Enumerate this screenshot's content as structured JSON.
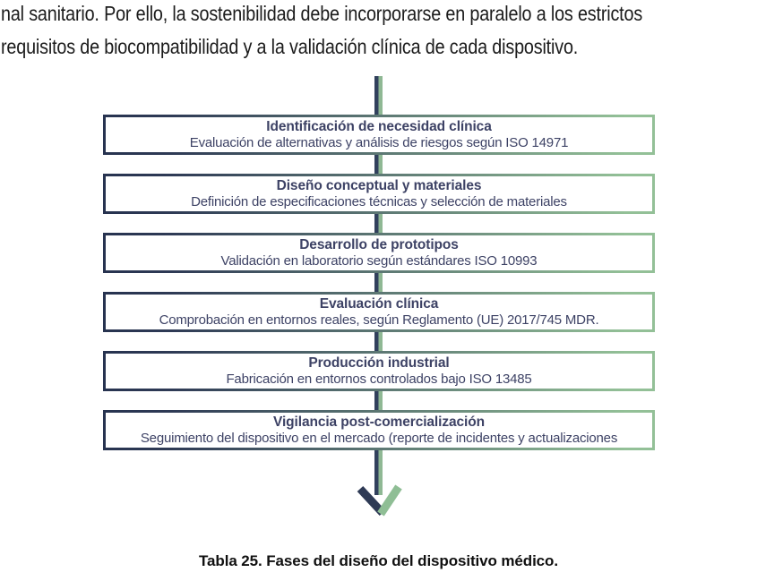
{
  "intro": {
    "line1": "nal sanitario. Por ello, la sostenibilidad debe incorporarse en paralelo a los estrictos",
    "line2": "requisitos de biocompatibilidad y a la validación clínica de cada dispositivo."
  },
  "flowchart": {
    "direction": "top-to-bottom",
    "colors": {
      "accent_dark_navy": "#2e3a55",
      "accent_light_green": "#93c097",
      "box_text": "#3d4265",
      "box_background": "#ffffff"
    },
    "steps": [
      {
        "title": "Identificación de necesidad clínica",
        "subtitle": "Evaluación de alternativas y análisis de riesgos según ISO 14971"
      },
      {
        "title": "Diseño conceptual y materiales",
        "subtitle": "Definición de especificaciones técnicas y selección de materiales"
      },
      {
        "title": "Desarrollo de prototipos",
        "subtitle": "Validación en laboratorio según estándares ISO 10993"
      },
      {
        "title": "Evaluación clínica",
        "subtitle": "Comprobación en entornos reales, según Reglamento (UE) 2017/745 MDR."
      },
      {
        "title": "Producción industrial",
        "subtitle": "Fabricación en entornos controlados bajo ISO 13485"
      },
      {
        "title": "Vigilancia post-comercialización",
        "subtitle": "Seguimiento del dispositivo en el mercado (reporte de incidentes y actualizaciones"
      }
    ]
  },
  "caption": "Tabla 25. Fases del diseño del dispositivo médico."
}
